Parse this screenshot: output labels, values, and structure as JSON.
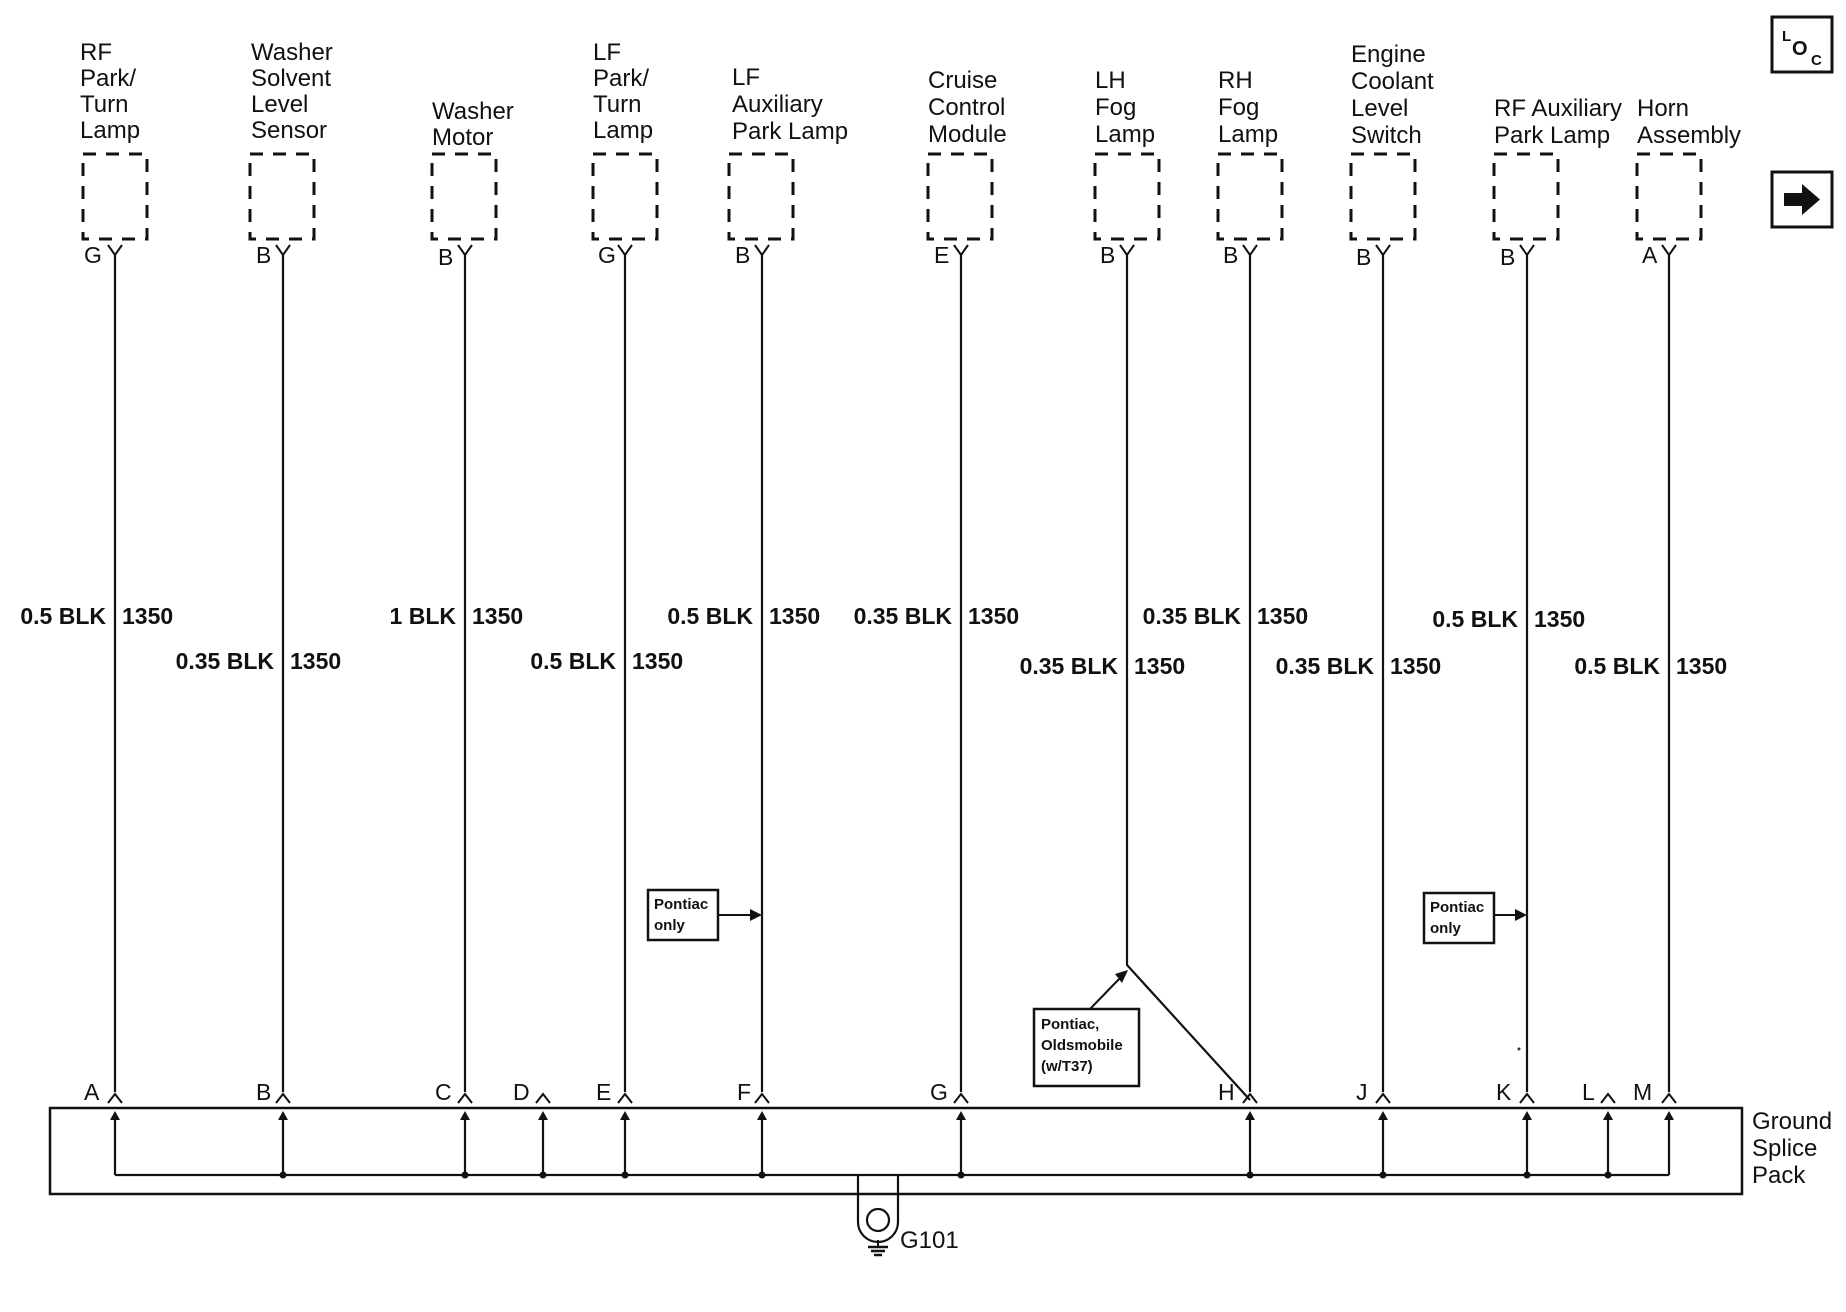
{
  "components": [
    {
      "lines": [
        "RF",
        "Park/",
        "Turn",
        "Lamp"
      ],
      "pin": "G"
    },
    {
      "lines": [
        "Washer",
        "Solvent",
        "Level",
        "Sensor"
      ],
      "pin": "B"
    },
    {
      "lines": [
        "Washer",
        "Motor"
      ],
      "pin": "B"
    },
    {
      "lines": [
        "LF",
        "Park/",
        "Turn",
        "Lamp"
      ],
      "pin": "G"
    },
    {
      "lines": [
        "LF",
        "Auxiliary",
        "Park Lamp"
      ],
      "pin": "B"
    },
    {
      "lines": [
        "Cruise",
        "Control",
        "Module"
      ],
      "pin": "E"
    },
    {
      "lines": [
        "LH",
        "Fog",
        "Lamp"
      ],
      "pin": "B"
    },
    {
      "lines": [
        "RH",
        "Fog",
        "Lamp"
      ],
      "pin": "B"
    },
    {
      "lines": [
        "Engine",
        "Coolant",
        "Level",
        "Switch"
      ],
      "pin": "B"
    },
    {
      "lines": [
        "RF Auxiliary",
        "Park Lamp"
      ],
      "pin": "B"
    },
    {
      "lines": [
        "Horn",
        "Assembly"
      ],
      "pin": "A"
    }
  ],
  "wires": [
    {
      "size_color": "0.5 BLK",
      "circuit": "1350"
    },
    {
      "size_color": "0.35 BLK",
      "circuit": "1350"
    },
    {
      "size_color": "1 BLK",
      "circuit": "1350"
    },
    {
      "size_color": "0.5 BLK",
      "circuit": "1350"
    },
    {
      "size_color": "0.5 BLK",
      "circuit": "1350"
    },
    {
      "size_color": "0.35 BLK",
      "circuit": "1350"
    },
    {
      "size_color": "0.35 BLK",
      "circuit": "1350"
    },
    {
      "size_color": "0.35 BLK",
      "circuit": "1350"
    },
    {
      "size_color": "0.35 BLK",
      "circuit": "1350"
    },
    {
      "size_color": "0.5 BLK",
      "circuit": "1350"
    },
    {
      "size_color": "0.5 BLK",
      "circuit": "1350"
    }
  ],
  "splice_pins": [
    "A",
    "B",
    "C",
    "D",
    "E",
    "F",
    "G",
    "H",
    "J",
    "K",
    "L",
    "M"
  ],
  "splice_pack": {
    "lines": [
      "Ground",
      "Splice",
      "Pack"
    ]
  },
  "ground": {
    "label": "G101"
  },
  "notes": {
    "pontiac_1": [
      "Pontiac",
      "only"
    ],
    "pontiac_2": [
      "Pontiac",
      "only"
    ],
    "pontiac_olds": [
      "Pontiac,",
      "Oldsmobile",
      "(w/T37)"
    ]
  },
  "loc_icon": {
    "l": "L",
    "o": "O",
    "c": "C"
  },
  "nav": {
    "icon": "right-arrow-icon"
  }
}
